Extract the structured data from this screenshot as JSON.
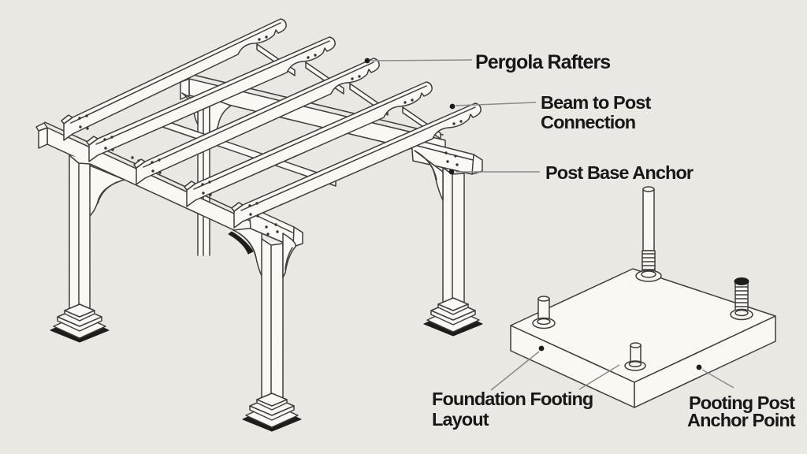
{
  "palette": {
    "background": "#eceae4",
    "ink": "#3e3d3a",
    "member_fill": "#f9f8f3",
    "leader_line": "#8b8b89",
    "label_text": "#171717",
    "solid_black": "#1d1d1c"
  },
  "callouts": {
    "pergola_rafters": {
      "label": "Pergola Rafters"
    },
    "beam_to_post_connection": {
      "line1": "Beam to Post",
      "line2": "Connection"
    },
    "post_base_anchor": {
      "label": "Post Base Anchor"
    },
    "foundation_footing_layout": {
      "line1": "Foundation Footing",
      "line2": "Layout"
    },
    "footing_post_anchor_point": {
      "line1": "Pooting Post",
      "line2": "Anchor Point"
    }
  }
}
